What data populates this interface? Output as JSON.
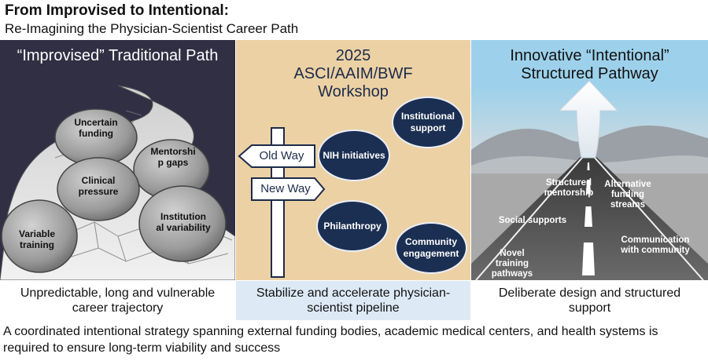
{
  "header": {
    "title": "From Improvised to Intentional:",
    "subtitle": "Re-Imagining the Physician-Scientist Career Path"
  },
  "left": {
    "heading": "“Improvised” Traditional Path",
    "rocks": [
      "Uncertain funding",
      "Mentorshi p gaps",
      "Clinical pressure",
      "Institution al variability",
      "Variable training"
    ],
    "caption": "Unpredictable, long and vulnerable career trajectory"
  },
  "middle": {
    "heading": "2025 ASCI/AAIM/BWF Workshop",
    "signs": {
      "old": "Old Way",
      "new": "New Way"
    },
    "bubbles": [
      "Institutional support",
      "NIH initiatives",
      "Philanthropy",
      "Community engagement"
    ],
    "caption": "Stabilize and accelerate physician-scientist pipeline"
  },
  "right": {
    "heading": "Innovative “Intentional” Structured Pathway",
    "labels": [
      "Structured mentorship",
      "Alternative funding streams",
      "Social supports",
      "Communication with community",
      "Novel training pathways"
    ],
    "caption": "Deliberate design and structured support"
  },
  "footer": "A coordinated intentional strategy spanning external funding bodies, academic medical centers, and health systems is required to ensure long-term viability and success",
  "colors": {
    "left_bg": "#312f44",
    "mid_bg": "#ecd1a4",
    "right_bg": "#9dd1eb",
    "bubble": "#1b2f52",
    "mid_caption_bg": "#ddeaf6"
  }
}
